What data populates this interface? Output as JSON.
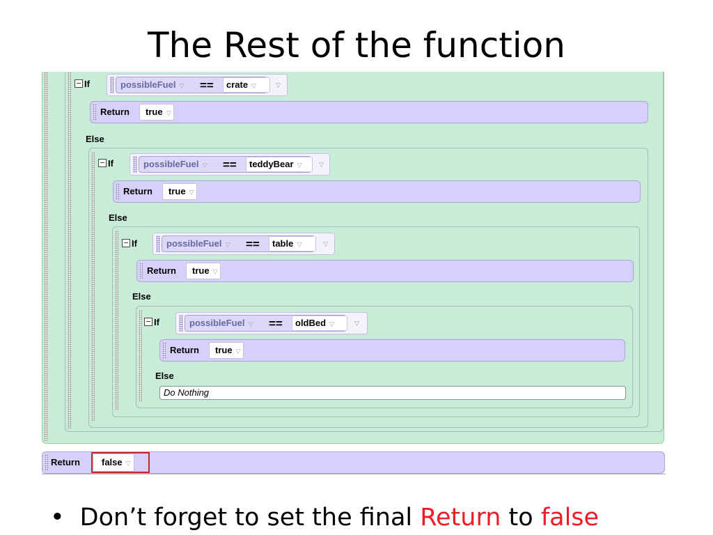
{
  "slide": {
    "title": "The Rest of the function",
    "bullet": {
      "symbol": "•",
      "prefix": "Don’t forget to set the final ",
      "return_word": "Return",
      "middle": " to ",
      "false_word": "false",
      "highlight_color": "#ee1c24"
    }
  },
  "code": {
    "if_keyword": "If",
    "else_keyword": "Else",
    "return_keyword": "Return",
    "equals_operator": "==",
    "dropdown_glyph": "▽",
    "variable": "possibleFuel",
    "branches": [
      {
        "compare_value": "crate",
        "return_value": "true"
      },
      {
        "compare_value": "teddyBear",
        "return_value": "true"
      },
      {
        "compare_value": "table",
        "return_value": "true"
      },
      {
        "compare_value": "oldBed",
        "return_value": "true"
      }
    ],
    "final_else": "Do Nothing",
    "final_return_value": "false",
    "colors": {
      "code_background": "#c8ecd7",
      "return_block": "#d6d1fa",
      "annotation_box": "#c0282d"
    }
  }
}
